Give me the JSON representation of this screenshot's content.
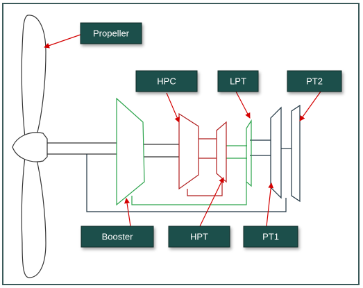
{
  "labels": {
    "propeller": "Propeller",
    "hpc": "HPC",
    "lpt": "LPT",
    "pt2": "PT2",
    "booster": "Booster",
    "hpt": "HPT",
    "pt1": "PT1"
  },
  "colors": {
    "label_fill": "#1f4f4b",
    "arrow": "#d40000",
    "booster_lpt_stroke": "#2aa34a",
    "hp_spool_stroke": "#b01c1c",
    "power_turbine_stroke": "#1e3340",
    "outline": "#333333",
    "frame_border": "#3b5a5a"
  }
}
